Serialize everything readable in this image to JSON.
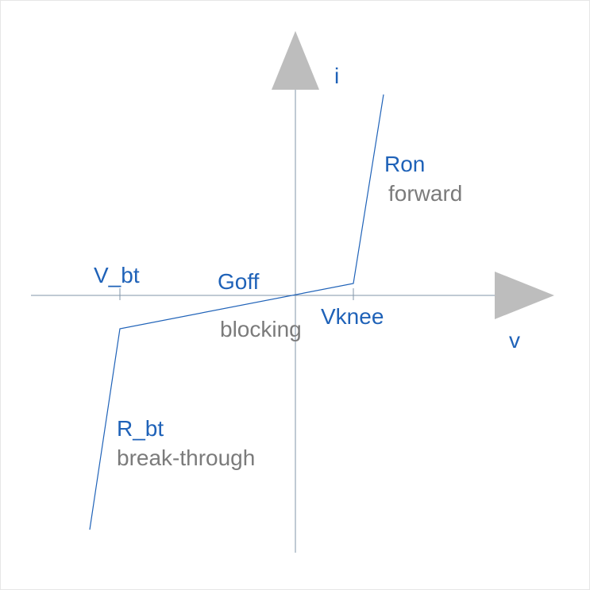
{
  "axes": {
    "x_label": "v",
    "y_label": "i"
  },
  "annotations": {
    "v_breakthrough": "V_bt",
    "g_off": "Goff",
    "blocking": "blocking",
    "v_knee": "Vknee",
    "r_on": "Ron",
    "forward": "forward",
    "r_breakthrough": "R_bt",
    "break_through": "break-through"
  },
  "colors": {
    "axis": "#8095aa",
    "curve": "#1f62b8",
    "arrow": "#bdbdbd",
    "label_primary": "#1f62b8",
    "label_secondary": "#7b7b7b"
  }
}
